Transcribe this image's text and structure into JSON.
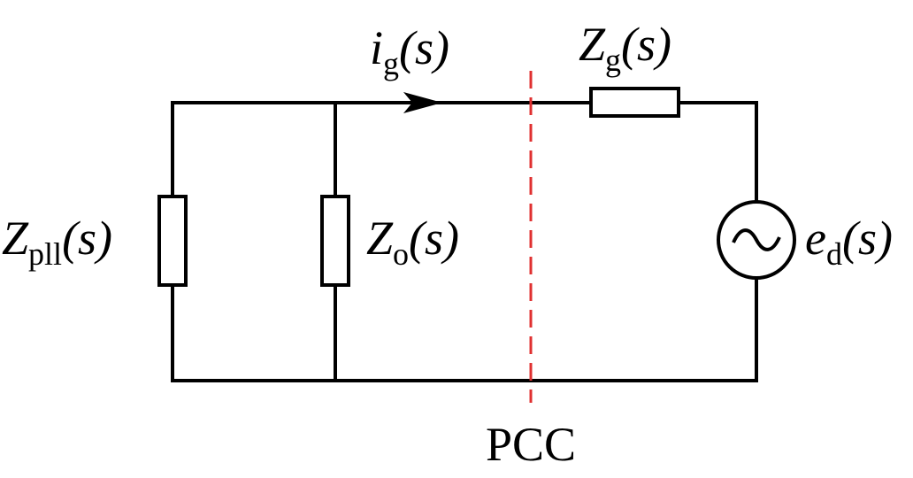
{
  "colors": {
    "wire": "#000000",
    "pcc_line": "#e03030",
    "background": "#ffffff"
  },
  "labels": {
    "current": {
      "symbol": "i",
      "subscript": "g",
      "arg": "(s)"
    },
    "grid_impedance": {
      "symbol": "Z",
      "subscript": "g",
      "arg": "(s)"
    },
    "pll_impedance": {
      "symbol": "Z",
      "subscript": "pll",
      "arg": "(s)"
    },
    "output_impedance": {
      "symbol": "Z",
      "subscript": "o",
      "arg": "(s)"
    },
    "grid_voltage": {
      "symbol": "e",
      "subscript": "d",
      "arg": "(s)"
    },
    "pcc": "PCC",
    "source_glyph": "~"
  }
}
